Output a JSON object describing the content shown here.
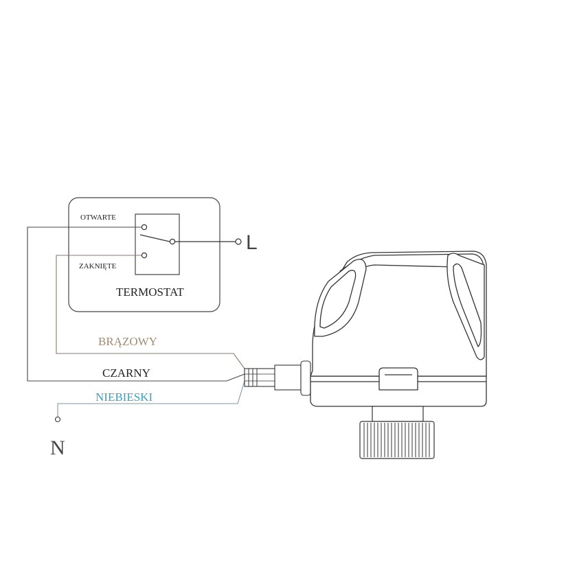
{
  "thermostat": {
    "title": "TERMOSTAT",
    "contact_open": "OTWARTE",
    "contact_closed": "ZAKNIĘTE"
  },
  "terminals": {
    "live": "L",
    "neutral": "N"
  },
  "wires": {
    "brown": {
      "label": "BRĄZOWY",
      "color": "#a08c74"
    },
    "black": {
      "label": "CZARNY",
      "color": "#222222"
    },
    "blue": {
      "label": "NIEBIESKI",
      "color": "#3aa0bf"
    }
  }
}
